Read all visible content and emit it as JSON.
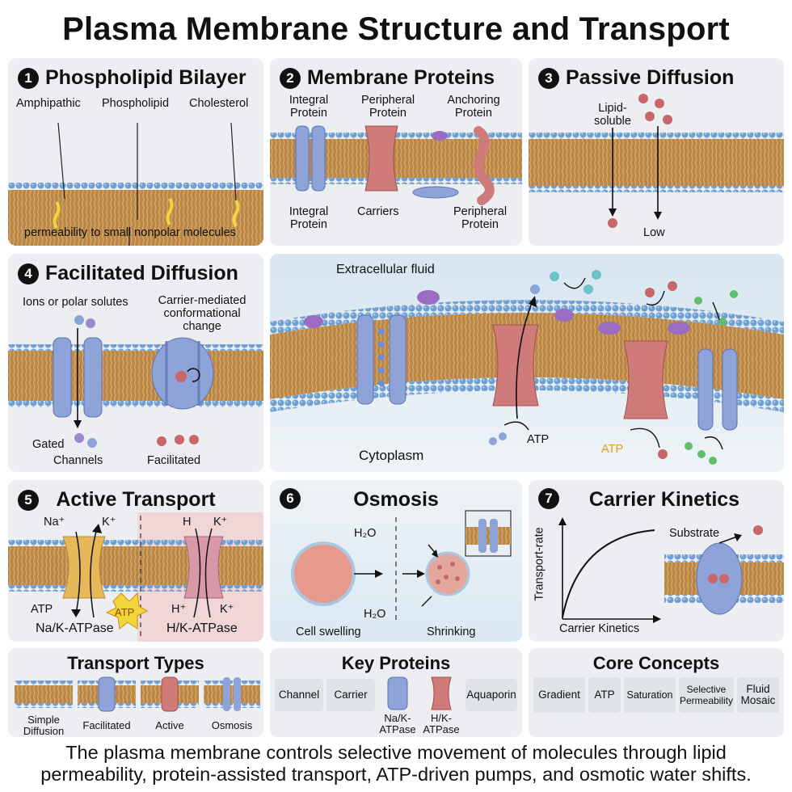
{
  "title": "Plasma Membrane Structure and Transport",
  "panels": {
    "p1": {
      "num": "1",
      "title": "Phospholipid Bilayer",
      "labels": [
        "Amphipathic",
        "Phospholipid",
        "Cholesterol",
        "permeability to small nonpolar molecules"
      ]
    },
    "p2": {
      "num": "2",
      "title": "Membrane Proteins",
      "labels": [
        "Integral Protein",
        "Peripheral Protein",
        "Anchoring Protein",
        "Integral Protein",
        "Carriers",
        "Peripheral Protein"
      ]
    },
    "p3": {
      "num": "3",
      "title": "Passive Diffusion",
      "labels": [
        "Lipid-soluble",
        "Low"
      ]
    },
    "p4": {
      "num": "4",
      "title": "Facilitated Diffusion",
      "labels": [
        "Ions or polar solutes",
        "Carrier-mediated conformational change",
        "Gated",
        "Channels",
        "Facilitated"
      ]
    },
    "big": {
      "labels": [
        "Extracellular fluid",
        "Cytoplasm",
        "ATP",
        "ATP"
      ]
    },
    "p5": {
      "num": "5",
      "title": "Active Transport",
      "labels": [
        "Na⁺",
        "K⁺",
        "H",
        "K⁺",
        "ATP",
        "ATP",
        "H⁺",
        "K⁺",
        "Na/K-ATPase",
        "H/K-ATPase"
      ]
    },
    "p6": {
      "num": "6",
      "title": "Osmosis",
      "labels": [
        "H₂O",
        "H₂O",
        "Cell swelling",
        "Shrinking"
      ]
    },
    "p7": {
      "num": "7",
      "title": "Carrier Kinetics",
      "labels": [
        "Transport-rate",
        "Carrier Kinetics",
        "Substrate"
      ]
    }
  },
  "summary": {
    "transport_types": {
      "title": "Transport Types",
      "items": [
        "Simple Diffusion",
        "Facilitated",
        "Active",
        "Osmosis"
      ]
    },
    "key_proteins": {
      "title": "Key Proteins",
      "items": [
        "Channel",
        "Carrier",
        "Na/K-ATPase",
        "H/K-ATPase",
        "Aquaporin"
      ]
    },
    "core_concepts": {
      "title": "Core Concepts",
      "items": [
        "Gradient",
        "ATP",
        "Saturation",
        "Selective Permeability",
        "Fluid Mosaic"
      ]
    }
  },
  "caption": {
    "line1": "The plasma membrane controls selective movement of molecules through lipid",
    "line2": "permeability, protein-assisted transport, ATP-driven pumps, and osmotic water shifts."
  },
  "colors": {
    "lipid_head": "#6f9fd0",
    "lipid_tail": "#c8974f",
    "integral": "#8ea3d8",
    "carrier": "#cf7b79",
    "atpase": "#e6b85a",
    "cholesterol": "#f0d63a"
  }
}
